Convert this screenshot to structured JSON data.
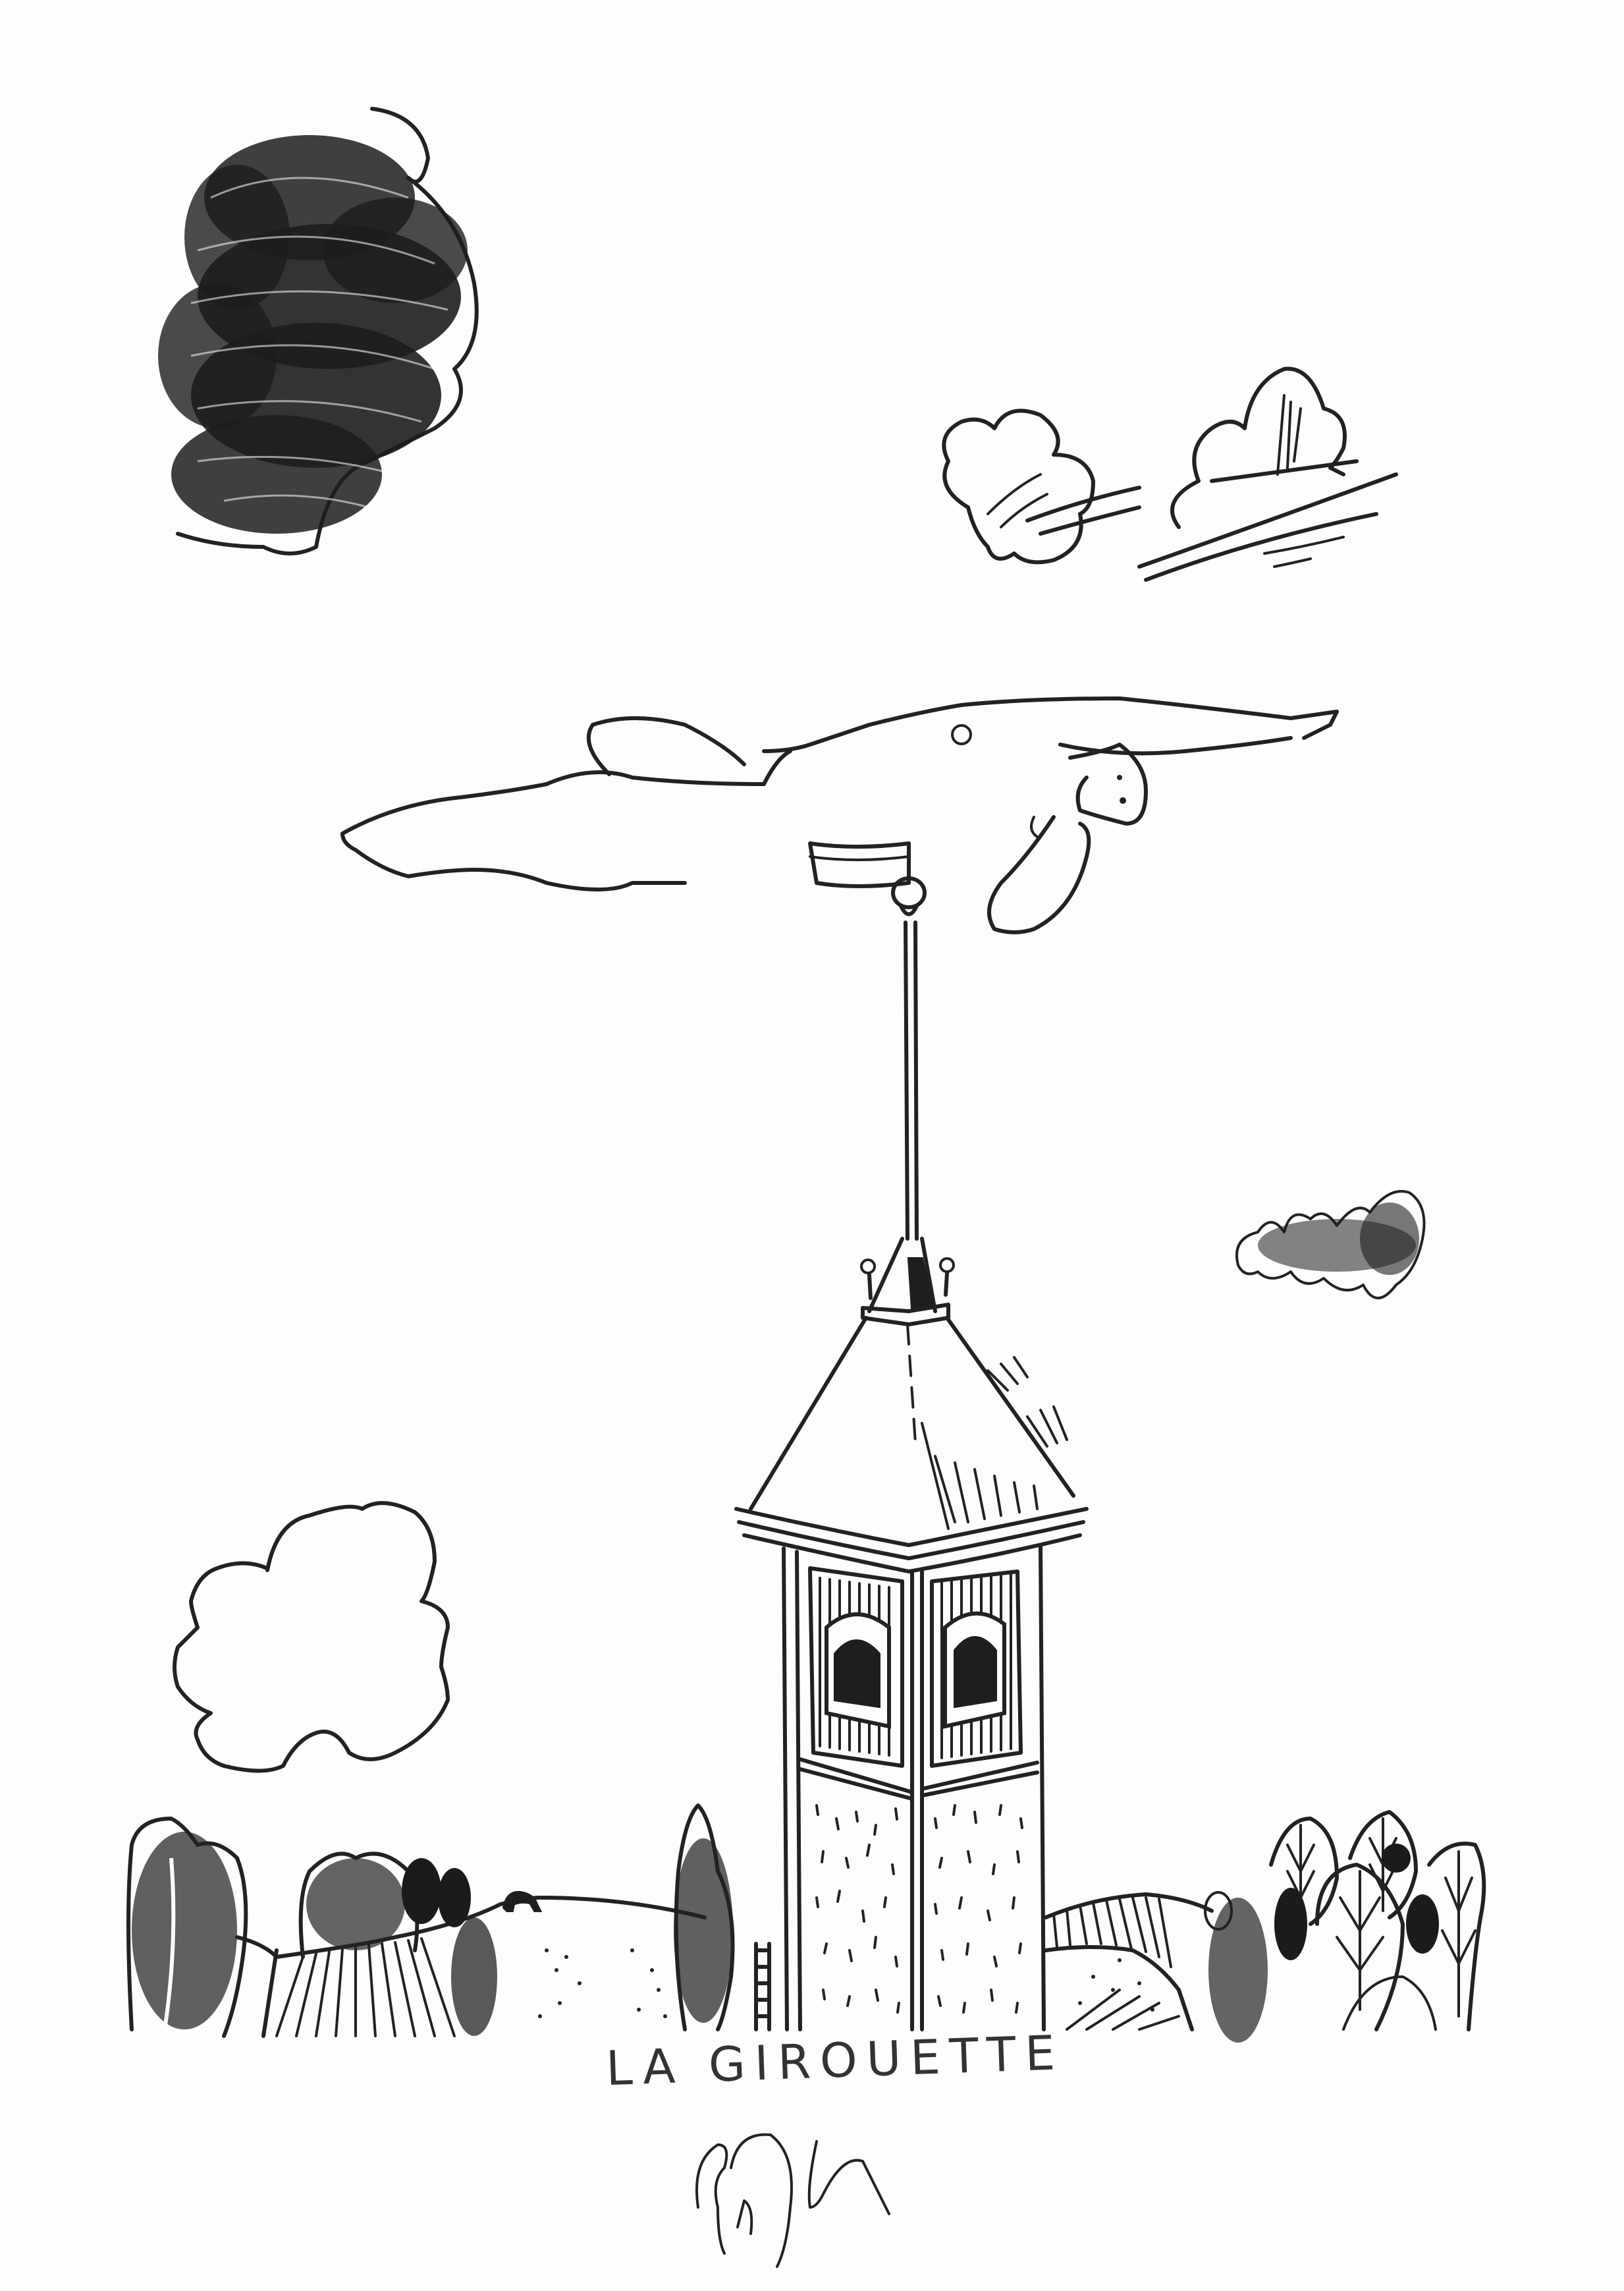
{
  "artwork": {
    "medium": "pen and ink drawing",
    "ink_color": "#222222",
    "paper_color": "#fdfdfd",
    "caption": "LA GIROUETTE",
    "signature": "Šalk"
  },
  "scene": {
    "elements": [
      {
        "id": "dark-scribbled-cloud",
        "position": "top-left"
      },
      {
        "id": "wind-clouds-pair",
        "position": "top-right"
      },
      {
        "id": "flying-woman-weathervane",
        "position": "center"
      },
      {
        "id": "weathervane-pole",
        "position": "center"
      },
      {
        "id": "small-scribble-cloud",
        "position": "right-middle"
      },
      {
        "id": "bell-tower",
        "position": "bottom-center"
      },
      {
        "id": "outline-cloud",
        "position": "bottom-left"
      },
      {
        "id": "landscape-left",
        "position": "bottom-left",
        "details": [
          "trees",
          "striped field",
          "hill",
          "grazing horse",
          "cypress"
        ]
      },
      {
        "id": "landscape-right",
        "position": "bottom-right",
        "details": [
          "striped hill",
          "shrubs",
          "leafy trees"
        ]
      }
    ]
  }
}
